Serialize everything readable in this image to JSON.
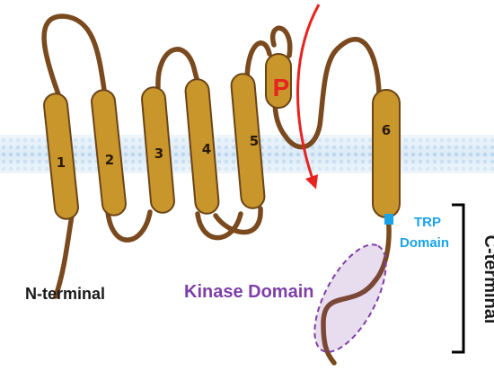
{
  "helices": [
    {
      "id": "tm1",
      "label": "1"
    },
    {
      "id": "tm2",
      "label": "2"
    },
    {
      "id": "tm3",
      "label": "3"
    },
    {
      "id": "tm4",
      "label": "4"
    },
    {
      "id": "tm5",
      "label": "5"
    },
    {
      "id": "pore",
      "label": "P"
    },
    {
      "id": "tm6",
      "label": "6"
    }
  ],
  "labels": {
    "n_terminal": "N-terminal",
    "c_terminal": "C-terminal",
    "kinase_domain": "Kinase Domain",
    "trp_domain_line1": "TRP",
    "trp_domain_line2": "Domain"
  },
  "colors": {
    "helix_fill": "#C9962C",
    "chain": "#7A4A1E",
    "pore_label": "#E8231F",
    "ion_arrow": "#E8231F",
    "trp": "#1AA3E8",
    "kinase": "#7E3FA8",
    "membrane": "#CFE4F5",
    "text": "#1A1A1A"
  }
}
